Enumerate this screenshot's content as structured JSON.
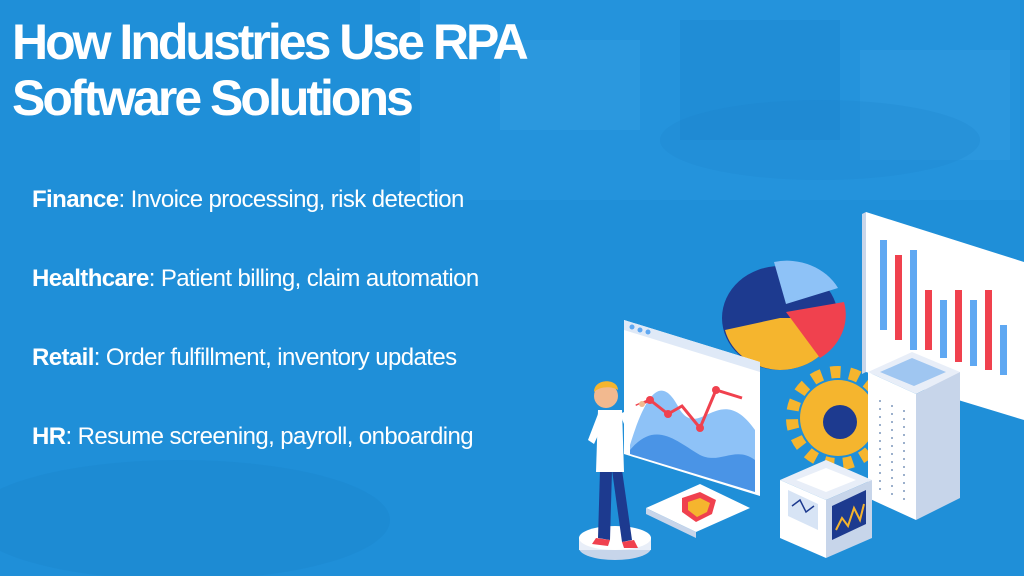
{
  "slide": {
    "title_line1": "How Industries Use RPA",
    "title_line2": "Software Solutions"
  },
  "items": [
    {
      "term": "Finance",
      "sep": ": ",
      "desc": "Invoice processing, risk detection"
    },
    {
      "term": "Healthcare",
      "sep": ": ",
      "desc": "Patient billing, claim automation"
    },
    {
      "term": "Retail",
      "sep": ": ",
      "desc": "Order fulfillment, inventory updates"
    },
    {
      "term": "HR",
      "sep": ": ",
      "desc": "Resume screening, payroll, onboarding"
    }
  ],
  "colors": {
    "background": "#1f8fd8",
    "text": "#ffffff",
    "navy": "#1d3a8f",
    "red": "#f0414e",
    "yellow": "#f5b52e",
    "light_blue": "#5fa8f2"
  }
}
